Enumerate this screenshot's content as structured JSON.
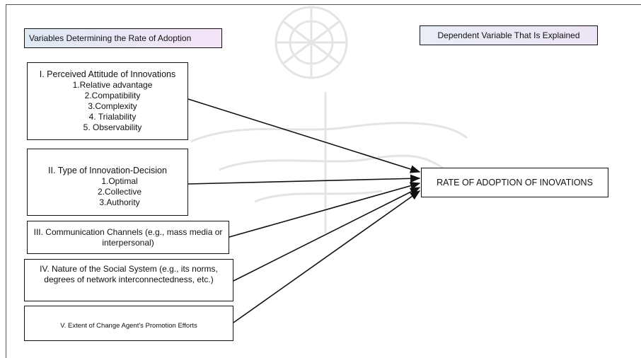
{
  "header_left": "Variables Determining the Rate of Adoption",
  "header_right": "Dependent Variable That Is Explained",
  "box1": {
    "title": "I. Perceived Attitude of Innovations",
    "items": [
      "1.Relative advantage",
      "2.Compatibility",
      "3.Complexity",
      "4. Trialability",
      "5. Observability"
    ]
  },
  "box2": {
    "title": "II. Type of Innovation-Decision",
    "items": [
      "1.Optimal",
      "2.Collective",
      "3.Authority"
    ]
  },
  "box3": {
    "text": "III. Communication Channels (e.g., mass media or interpersonal)"
  },
  "box4": {
    "text": "IV. Nature of the Social System (e.g., its norms, degrees of network interconnectedness, etc.)"
  },
  "box5": {
    "text": "V. Extent of Change Agent's Promotion Efforts"
  },
  "target": "RATE OF ADOPTION OF INOVATIONS",
  "colors": {
    "header_left_bg": "#ebe6f6",
    "header_right_bg": "#ede6f6",
    "line": "#111111"
  }
}
